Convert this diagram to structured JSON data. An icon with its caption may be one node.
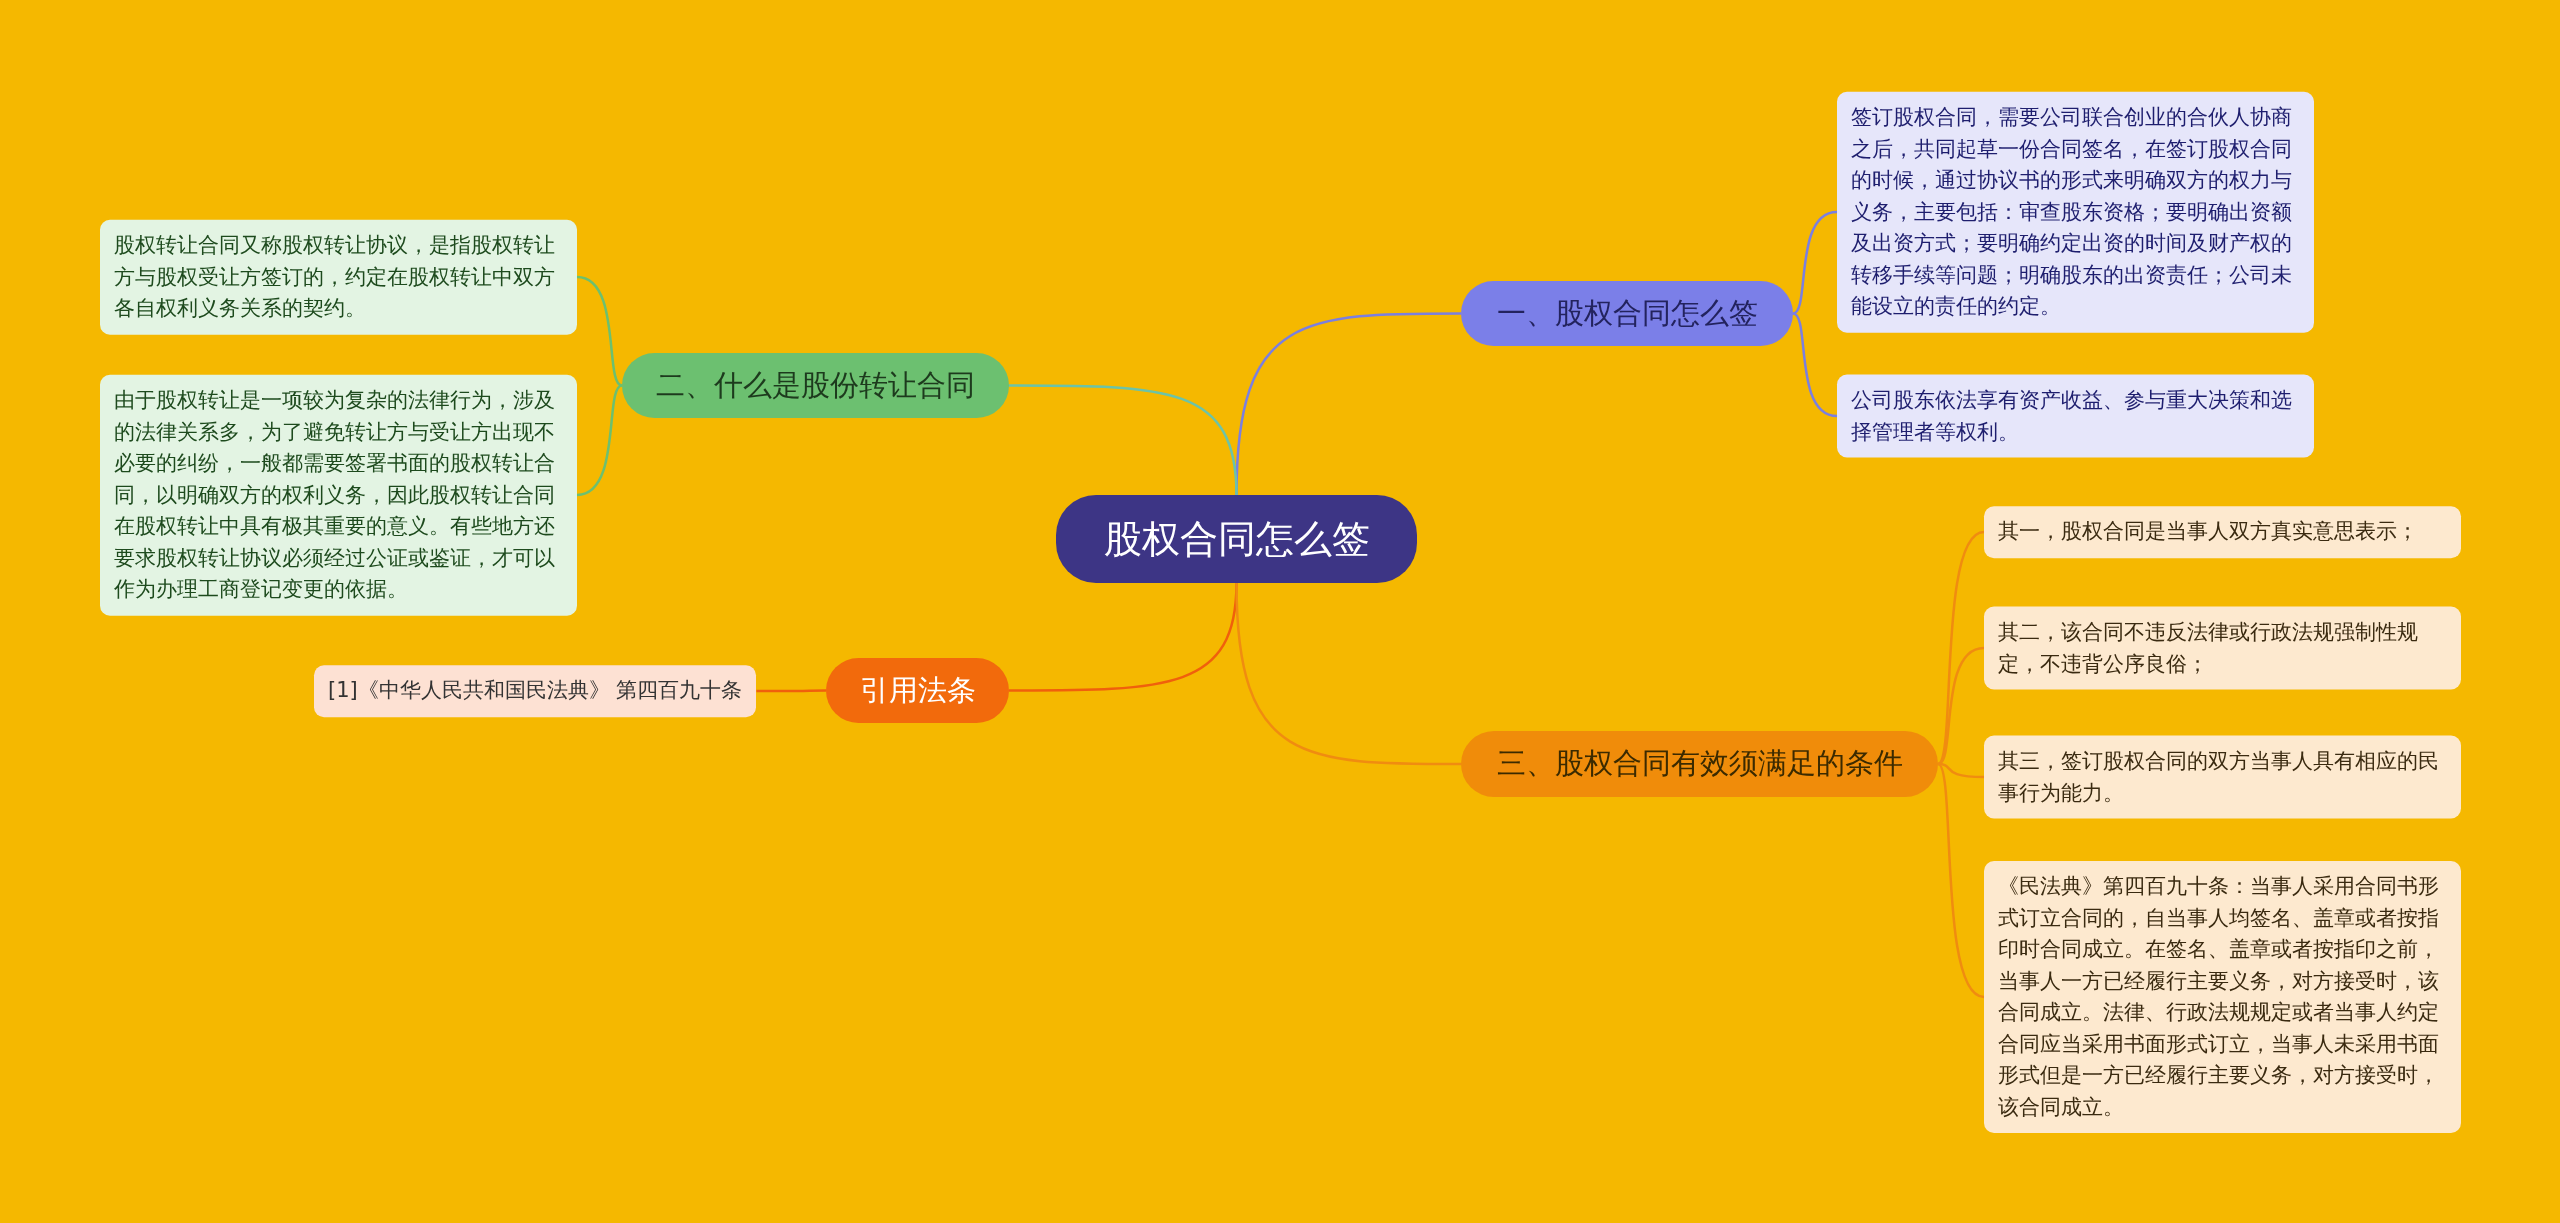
{
  "diagram": {
    "nodes": [
      {
        "text": [
          "股权合同怎么签"
        ]
      },
      {
        "text": [
          "一、股权合同怎么签"
        ]
      },
      {
        "text": [
          "签订股权合同，需要公司联合创业的合伙人协商之后，共同起草一份合同签名，在签订股权合同的时候，通过协议书的形式来明确双方的权力与义务，主要包括：审查股东资格；要明确出资额及出资方式；要明确约定出资的时间及财产权的转移手续等问题；明确股东的出资责任；公司未能设立的责任的约定。"
        ]
      },
      {
        "text": [
          "公司股东依法享有资产收益、参与重大决策和选择管理者等权利。"
        ]
      },
      {
        "text": [
          "二、什么是股份转让合同"
        ]
      },
      {
        "text": [
          "股权转让合同又称股权转让协议，是指股权转让方与股权受让方签订的，约定在股权转让中双方各自权利义务关系的契约。"
        ]
      },
      {
        "text": [
          "由于股权转让是一项较为复杂的法律行为，涉及的法律关系多，为了避免转让方与受让方出现不必要的纠纷，一般都需要签署书面的股权转让合同，以明确双方的权利义务，因此股权转让合同在股权转让中具有极其重要的意义。有些地方还要求股权转让协议必须经过公证或鉴证，才可以作为办理工商登记变更的依据。"
        ]
      },
      {
        "text": [
          "引用法条"
        ]
      },
      {
        "text": [
          "[1]《中华人民共和国民法典》 第四百九十条"
        ]
      },
      {
        "text": [
          "三、股权合同有效须满足的条件"
        ]
      },
      {
        "text": [
          "其一，股权合同是当事人双方真实意思表示；"
        ]
      },
      {
        "text": [
          "其二，该合同不违反法律或行政法规强制性规定，不违背公序良俗；"
        ]
      },
      {
        "text": [
          "其三，签订股权合同的双方当事人具有相应的民事行为能力。"
        ]
      },
      {
        "text": [
          "《民法典》第四百九十条：当事人采用合同书形式订立合同的，自当事人均签名、盖章或者按指印时合同成立。在签名、盖章或者按指印之前，当事人一方已经履行主要义务，对方接受时，该合同成立。法律、行政法规规定或者当事人约定合同应当采用书面形式订立，当事人未采用书面形式但是一方已经履行主要义务，对方接受时，该合同成立。"
        ]
      }
    ],
    "edges": [
      {
        "from": 0,
        "to": 1,
        "arrow": "none",
        "color": "#7b7fe0"
      },
      {
        "from": 1,
        "to": 2,
        "arrow": "none",
        "color": "#7b7fe0"
      },
      {
        "from": 1,
        "to": 3,
        "arrow": "none",
        "color": "#7b7fe0"
      },
      {
        "from": 0,
        "to": 4,
        "arrow": "none",
        "color": "#6cc3a8"
      },
      {
        "from": 4,
        "to": 5,
        "arrow": "none",
        "color": "#6cc070"
      },
      {
        "from": 4,
        "to": 6,
        "arrow": "none",
        "color": "#6cc070"
      },
      {
        "from": 0,
        "to": 7,
        "arrow": "none",
        "color": "#f0600c"
      },
      {
        "from": 7,
        "to": 8,
        "arrow": "none",
        "color": "#f0600c"
      },
      {
        "from": 0,
        "to": 9,
        "arrow": "none",
        "color": "#f08c10"
      },
      {
        "from": 9,
        "to": 10,
        "arrow": "none",
        "color": "#f08c10"
      },
      {
        "from": 9,
        "to": 11,
        "arrow": "none",
        "color": "#f08c10"
      },
      {
        "from": 9,
        "to": 12,
        "arrow": "none",
        "color": "#f08c10"
      },
      {
        "from": 9,
        "to": 13,
        "arrow": "none",
        "color": "#f08c10"
      }
    ]
  }
}
